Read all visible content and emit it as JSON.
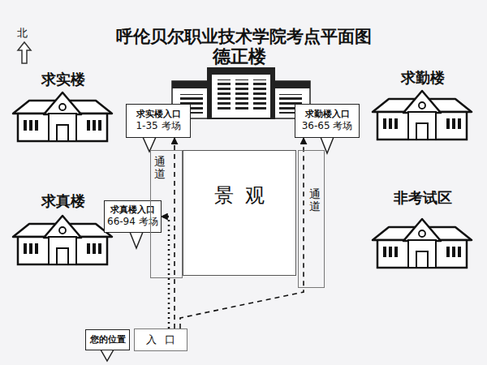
{
  "diagram": {
    "title": "呼伦贝尔职业技术学院考点平面图",
    "nodes": [
      {
        "text": [
          "德正楼"
        ]
      },
      {
        "text": [
          "求实楼"
        ]
      },
      {
        "text": [
          "求勤楼"
        ]
      },
      {
        "text": [
          "求实楼入口",
          "1-35 考场"
        ]
      },
      {
        "text": [
          "求勤楼入口",
          "36-65 考场"
        ]
      },
      {
        "text": [
          "求真楼"
        ]
      },
      {
        "text": [
          "求真楼入口",
          "66-94 考场"
        ]
      },
      {
        "text": [
          "景观"
        ]
      },
      {
        "text": [
          "通道"
        ]
      },
      {
        "text": [
          "通道"
        ]
      },
      {
        "text": [
          "非考试区"
        ]
      },
      {
        "text": [
          "您的位置"
        ]
      },
      {
        "text": [
          "入口"
        ]
      }
    ],
    "edges": [
      {
        "from": 12,
        "to": 3,
        "arrow": "to"
      },
      {
        "from": 12,
        "to": 4,
        "arrow": "to"
      },
      {
        "from": 12,
        "to": 6,
        "arrow": "to"
      }
    ],
    "labels": [
      "北"
    ]
  }
}
